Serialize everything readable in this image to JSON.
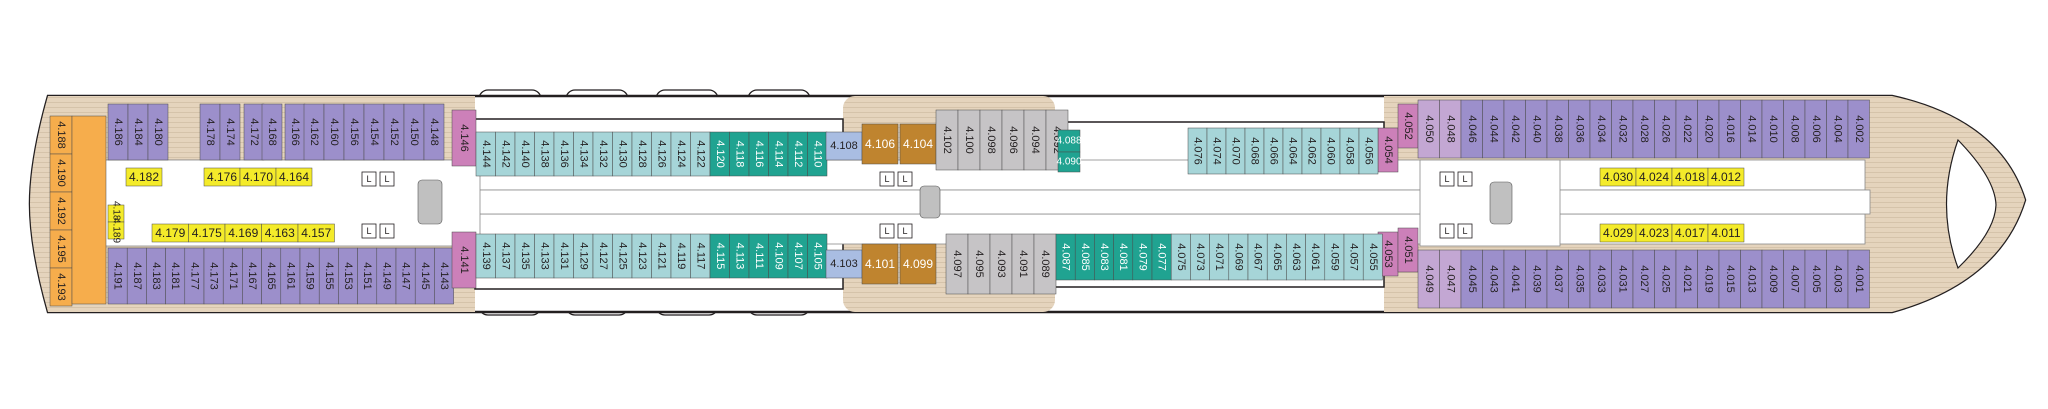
{
  "colors": {
    "purple": "#9c8fcb",
    "aqua": "#a6d5d8",
    "teal": "#20a391",
    "gray": "#c6c4c6",
    "pink": "#cc80b9",
    "lilac": "#c3a7d3",
    "orange": "#f6ad4c",
    "bronze": "#bf842f",
    "yellow": "#f4eb2a",
    "blue": "#a9bde2",
    "wood": "#e3d2bb"
  },
  "aft_outboard": {
    "port": [
      "4.186",
      "4.184",
      "4.180",
      "4.178",
      "4.174",
      "4.172",
      "4.168",
      "4.166",
      "4.162",
      "4.160",
      "4.156",
      "4.154",
      "4.152",
      "4.150",
      "4.148"
    ],
    "starboard": [
      "4.191",
      "4.187",
      "4.183",
      "4.181",
      "4.177",
      "4.173",
      "4.171",
      "4.167",
      "4.165",
      "4.161",
      "4.159",
      "4.155",
      "4.153",
      "4.151",
      "4.149",
      "4.147",
      "4.145",
      "4.143"
    ]
  },
  "aft_stern": [
    "4.188",
    "4.190",
    "4.192",
    "4.195",
    "4.193"
  ],
  "aft_inside": {
    "port": [
      "4.182",
      "4.176",
      "4.170",
      "4.164"
    ],
    "starboard_small": [
      "4.185",
      "4.189"
    ],
    "starboard": [
      "4.179",
      "4.175",
      "4.169",
      "4.163",
      "4.157"
    ]
  },
  "pink_cabins": [
    "4.146",
    "4.141",
    "4.054",
    "4.052",
    "4.053",
    "4.051"
  ],
  "mid_aft_inboard": {
    "port": [
      "4.144",
      "4.142",
      "4.140",
      "4.138",
      "4.136",
      "4.134",
      "4.132",
      "4.130",
      "4.128",
      "4.126",
      "4.124",
      "4.122",
      "4.120",
      "4.118",
      "4.116",
      "4.114",
      "4.112",
      "4.110"
    ],
    "starboard": [
      "4.139",
      "4.137",
      "4.135",
      "4.133",
      "4.131",
      "4.129",
      "4.127",
      "4.125",
      "4.123",
      "4.121",
      "4.119",
      "4.117",
      "4.115",
      "4.113",
      "4.111",
      "4.109",
      "4.107",
      "4.105"
    ]
  },
  "blue_cabins": [
    "4.108",
    "4.103"
  ],
  "suites": [
    "4.106",
    "4.104",
    "4.101",
    "4.099"
  ],
  "gray_cabins": {
    "port": [
      "4.102",
      "4.100",
      "4.098",
      "4.096",
      "4.094",
      "4.092"
    ],
    "starboard": [
      "4.097",
      "4.095",
      "4.093",
      "4.091",
      "4.089"
    ]
  },
  "mid_fwd": {
    "port_teal": [
      "4.088",
      "4.090"
    ],
    "port": [
      "4.076",
      "4.074",
      "4.070",
      "4.068",
      "4.066",
      "4.064",
      "4.062",
      "4.060",
      "4.058",
      "4.056"
    ],
    "starboard": [
      "4.087",
      "4.085",
      "4.083",
      "4.081",
      "4.079",
      "4.077",
      "4.075",
      "4.073",
      "4.071",
      "4.069",
      "4.067",
      "4.065",
      "4.063",
      "4.061",
      "4.059",
      "4.057",
      "4.055"
    ]
  },
  "fwd_outboard": {
    "port": [
      "4.050",
      "4.048",
      "4.046",
      "4.044",
      "4.042",
      "4.040",
      "4.038",
      "4.036",
      "4.034",
      "4.032",
      "4.028",
      "4.026",
      "4.022",
      "4.020",
      "4.016",
      "4.014",
      "4.010",
      "4.008",
      "4.006",
      "4.004",
      "4.002"
    ],
    "starboard": [
      "4.049",
      "4.047",
      "4.045",
      "4.043",
      "4.041",
      "4.039",
      "4.037",
      "4.035",
      "4.033",
      "4.031",
      "4.027",
      "4.025",
      "4.021",
      "4.019",
      "4.015",
      "4.013",
      "4.009",
      "4.007",
      "4.005",
      "4.003",
      "4.001"
    ]
  },
  "fwd_inside": {
    "port": [
      "4.030",
      "4.024",
      "4.018",
      "4.012"
    ],
    "starboard": [
      "4.029",
      "4.023",
      "4.017",
      "4.011"
    ]
  },
  "lift_label": "L"
}
